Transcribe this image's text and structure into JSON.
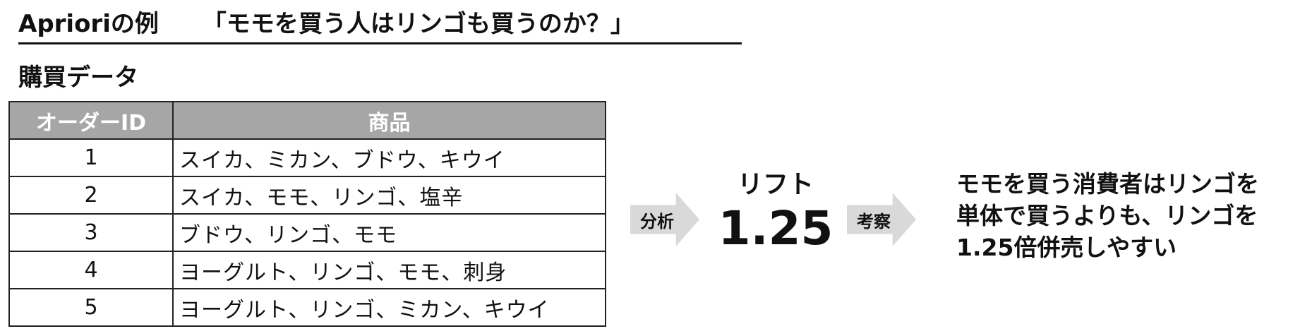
{
  "title": {
    "main": "Aprioriの例",
    "question": "「モモを買う人はリンゴも買うのか？」"
  },
  "section_label": "購買データ",
  "table": {
    "headers": [
      "オーダーID",
      "商品"
    ],
    "rows": [
      {
        "id": "1",
        "items": "スイカ、ミカン、ブドウ、キウイ"
      },
      {
        "id": "2",
        "items": "スイカ、モモ、リンゴ、塩辛"
      },
      {
        "id": "3",
        "items": "ブドウ、リンゴ、モモ"
      },
      {
        "id": "4",
        "items": "ヨーグルト、リンゴ、モモ、刺身"
      },
      {
        "id": "5",
        "items": "ヨーグルト、リンゴ、ミカン、キウイ"
      }
    ]
  },
  "arrows": {
    "analyze": "分析",
    "consider": "考察"
  },
  "lift": {
    "label": "リフト",
    "value": "1.25"
  },
  "conclusion": {
    "lines": [
      "モモを買う消費者はリンゴを",
      "単体で買うよりも、リンゴを",
      "1.25倍併売しやすい"
    ]
  }
}
